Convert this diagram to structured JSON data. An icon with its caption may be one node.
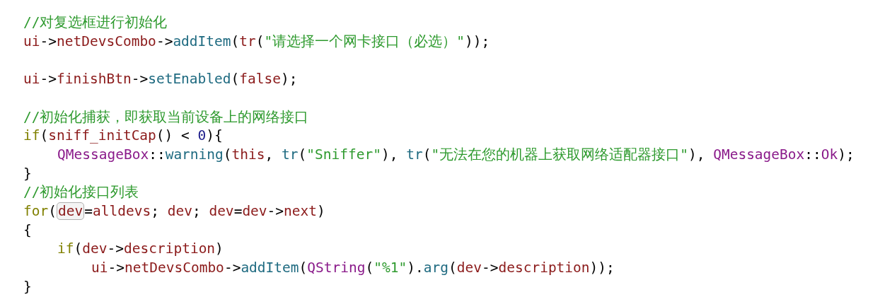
{
  "diagram": {
    "labels": [
      "//对复选框进行初始化",
      "ui->netDevsCombo->addItem(tr(\"请选择一个网卡接口（必选）\"));",
      "ui->finishBtn->setEnabled(false);",
      "//初始化捕获，即获取当前设备上的网络接口",
      "if(sniff_initCap() < 0){",
      "QMessageBox::warning(this, tr(\"Sniffer\"), tr(\"无法在您的机器上获取网络适配器接口\"), QMessageBox::Ok);",
      "}",
      "//初始化接口列表",
      "for(dev=alldevs; dev; dev=dev->next)",
      "{",
      "if(dev->description)",
      "ui->netDevsCombo->addItem(QString(\"%1\").arg(dev->description));",
      "}"
    ]
  }
}
